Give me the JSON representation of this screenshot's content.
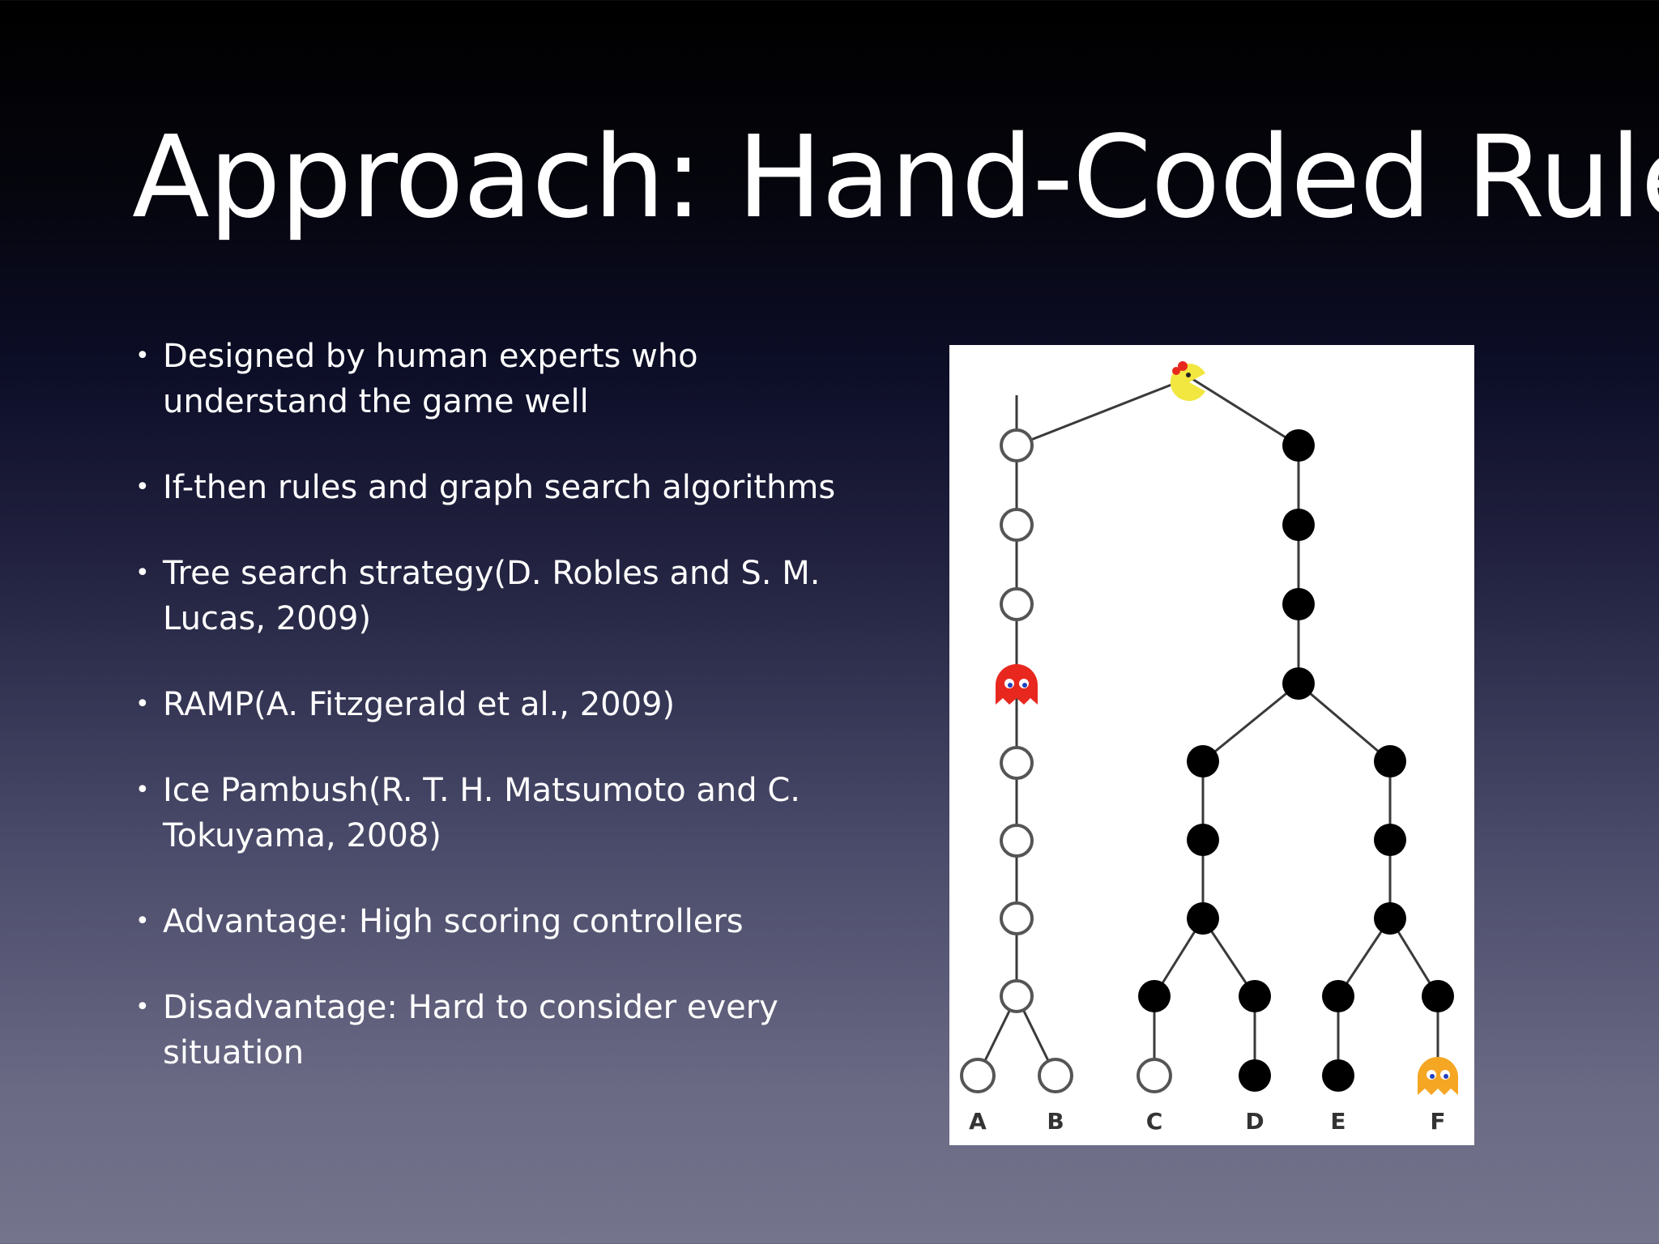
{
  "slide": {
    "title": "Approach: Hand-Coded Rule",
    "bullets": [
      "Designed by human experts who understand the game well",
      "If-then rules and graph search algorithms",
      "Tree search strategy(D. Robles and S. M. Lucas, 2009)",
      "RAMP(A. Fitzgerald et al., 2009)",
      "Ice Pambush(R. T. H. Matsumoto and C. Tokuyama, 2008)",
      "Advantage: High scoring controllers",
      "Disadvantage: Hard to consider every situation"
    ]
  },
  "figure": {
    "leaf_labels": [
      "A",
      "B",
      "C",
      "D",
      "E",
      "F"
    ],
    "root_icon": "pacman-icon",
    "blocking_ghost_icon": "red-ghost-icon",
    "leaf_ghost_icon": "orange-ghost-icon",
    "colors": {
      "open_node": "#ffffff",
      "closed_node": "#000000",
      "pacman": "#f2e640",
      "red_ghost": "#e8281e",
      "orange_ghost": "#f5a623"
    }
  }
}
